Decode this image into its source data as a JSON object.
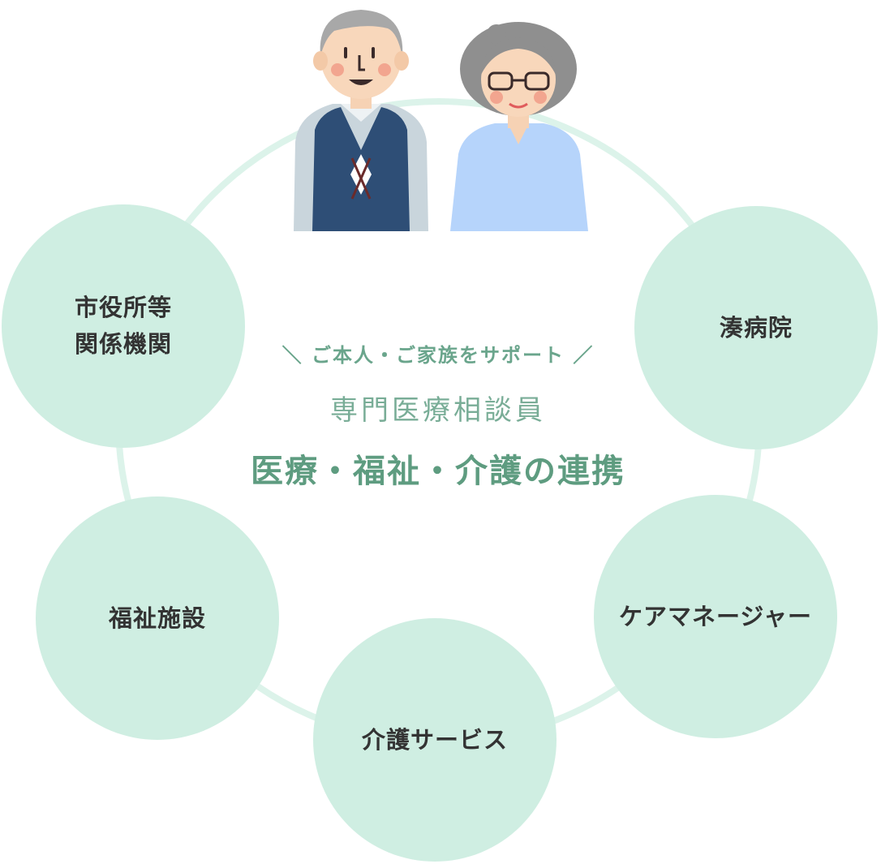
{
  "center": {
    "tagline": "＼ ご本人・ご家族をサポート ／",
    "subtitle": "専門医療相談員",
    "title": "医療・福祉・介護の連携"
  },
  "nodes": {
    "city": "市役所等\n関係機関",
    "hospital": "湊病院",
    "care_manager": "ケアマネージャー",
    "care_service": "介護サービス",
    "welfare": "福祉施設"
  },
  "colors": {
    "node_fill": "#cfeee2",
    "ring": "#dcf3ea",
    "accent_text": "#5e9c80"
  },
  "illustration": {
    "icons": [
      "elderly-man-icon",
      "elderly-woman-icon"
    ]
  }
}
